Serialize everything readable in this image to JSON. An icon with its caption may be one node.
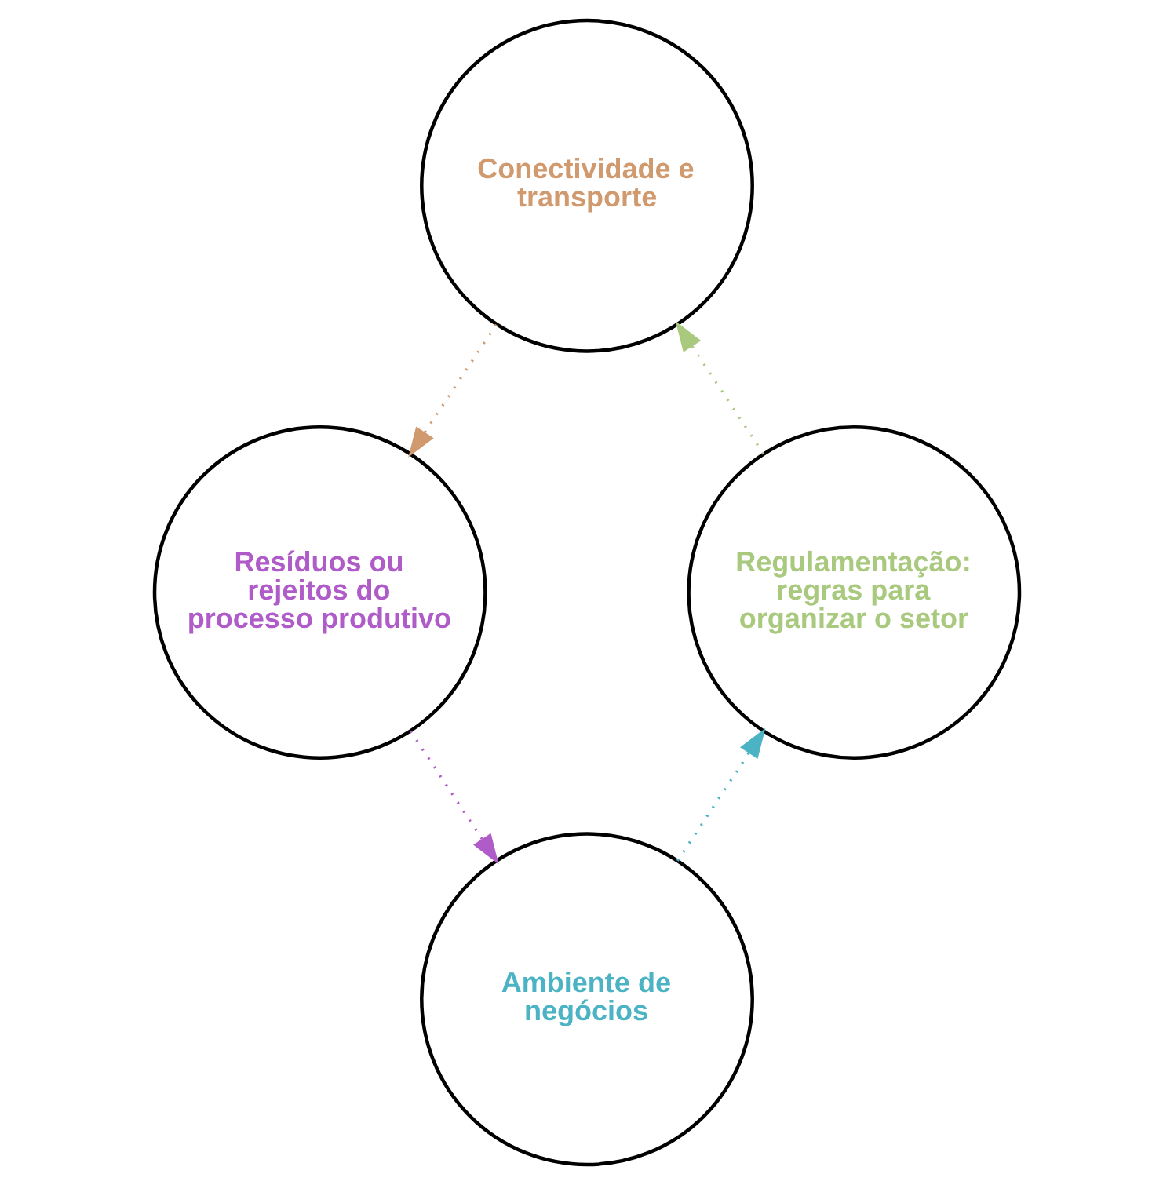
{
  "diagram": {
    "nodes": [
      {
        "text": [
          "Conectividade e transporte"
        ]
      },
      {
        "text": [
          "Resíduos ou rejeitos do processo produtivo"
        ]
      },
      {
        "text": [
          "Ambiente de negócios"
        ]
      },
      {
        "text": [
          "Regulamentação: regras para organizar o setor"
        ]
      }
    ],
    "edges": [
      {
        "from": 0,
        "to": 1,
        "arrow": "to",
        "style": "dashed",
        "color": "#d09a6e"
      },
      {
        "from": 1,
        "to": 2,
        "arrow": "to",
        "style": "dashed",
        "color": "#b05cc8"
      },
      {
        "from": 2,
        "to": 3,
        "arrow": "to",
        "style": "dashed",
        "color": "#4bb3c4"
      },
      {
        "from": 3,
        "to": 0,
        "arrow": "to",
        "style": "dashed",
        "color": "#a9c97e"
      }
    ]
  }
}
